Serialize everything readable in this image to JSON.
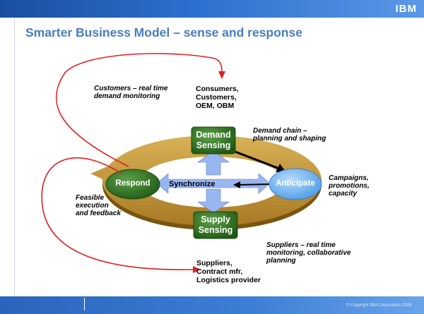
{
  "header": {
    "logo": "IBM",
    "title": "Smarter Business Model – sense and response"
  },
  "cycle": {
    "demand_sensing": [
      "Demand",
      "Sensing"
    ],
    "supply_sensing": [
      "Supply",
      "Sensing"
    ],
    "respond": "Respond",
    "anticipate": "Anticipate",
    "synchronize": "Synchronize"
  },
  "annotations": {
    "customers_monitoring": [
      "Customers – real time",
      "demand monitoring"
    ],
    "consumers": [
      "Consumers,",
      "Customers,",
      "OEM, OBM"
    ],
    "demand_chain": [
      "Demand chain –",
      "planning and shaping"
    ],
    "campaigns": [
      "Campaigns,",
      "promotions,",
      "capacity"
    ],
    "feasible": [
      "Feasible",
      "execution",
      "and feedback"
    ],
    "suppliers_monitoring": [
      "Suppliers – real time",
      "monitoring, collaborative",
      "planning"
    ],
    "suppliers": [
      "Suppliers,",
      "Contract mfr,",
      "Logistics provider"
    ]
  },
  "colors": {
    "ring": "#c49a3c",
    "box_green": "#2e6b1e",
    "oval_green": "#2f6d24",
    "oval_blue": "#6fb2ee",
    "sync_arrow": "#9ab6f0",
    "red_arrow": "#e02020",
    "title": "#4a7cc4"
  },
  "footer": {
    "copyright": "© Copyright IBM Corporation 2009"
  }
}
